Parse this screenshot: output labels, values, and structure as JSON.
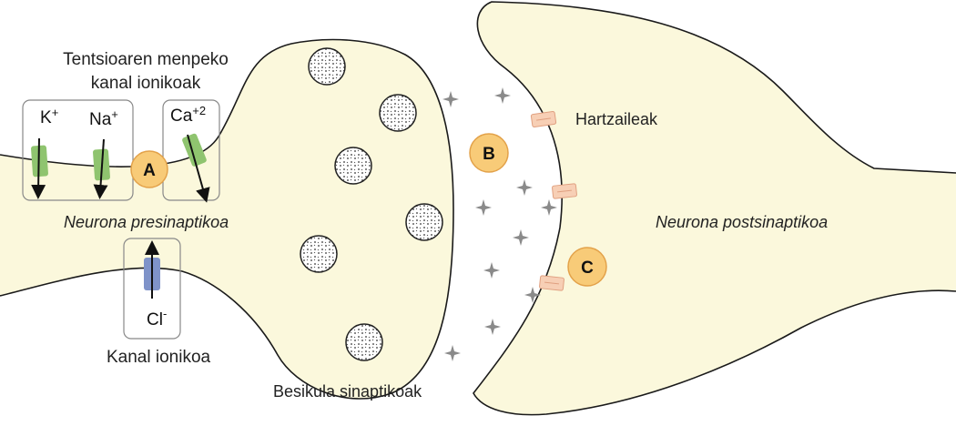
{
  "labels": {
    "voltage_gated_line1": "Tentsioaren menpeko",
    "voltage_gated_line2": "kanal ionikoak",
    "presynaptic": "Neurona presinaptikoa",
    "postsynaptic": "Neurona postsinaptikoa",
    "receptors": "Hartzaileak",
    "ion_channel": "Kanal ionikoa",
    "vesicles": "Besikula sinaptikoak"
  },
  "ions": {
    "potassium": "K",
    "potassium_sup": "+",
    "sodium": "Na",
    "sodium_sup": "+",
    "calcium": "Ca",
    "calcium_sup": "+2",
    "chloride": "Cl",
    "chloride_sup": "-"
  },
  "markers": {
    "a": "A",
    "b": "B",
    "c": "C"
  },
  "colors": {
    "cytoplasm": "#fbf8dc",
    "membrane": "#1a1a1a",
    "cation_channel": "#8fc46f",
    "anion_channel": "#7f93c9",
    "receptor": "#f7cfb5",
    "marker_fill": "#f8cb78",
    "marker_stroke": "#e3a24a",
    "neurotransmitter": "#8a8a8a"
  }
}
